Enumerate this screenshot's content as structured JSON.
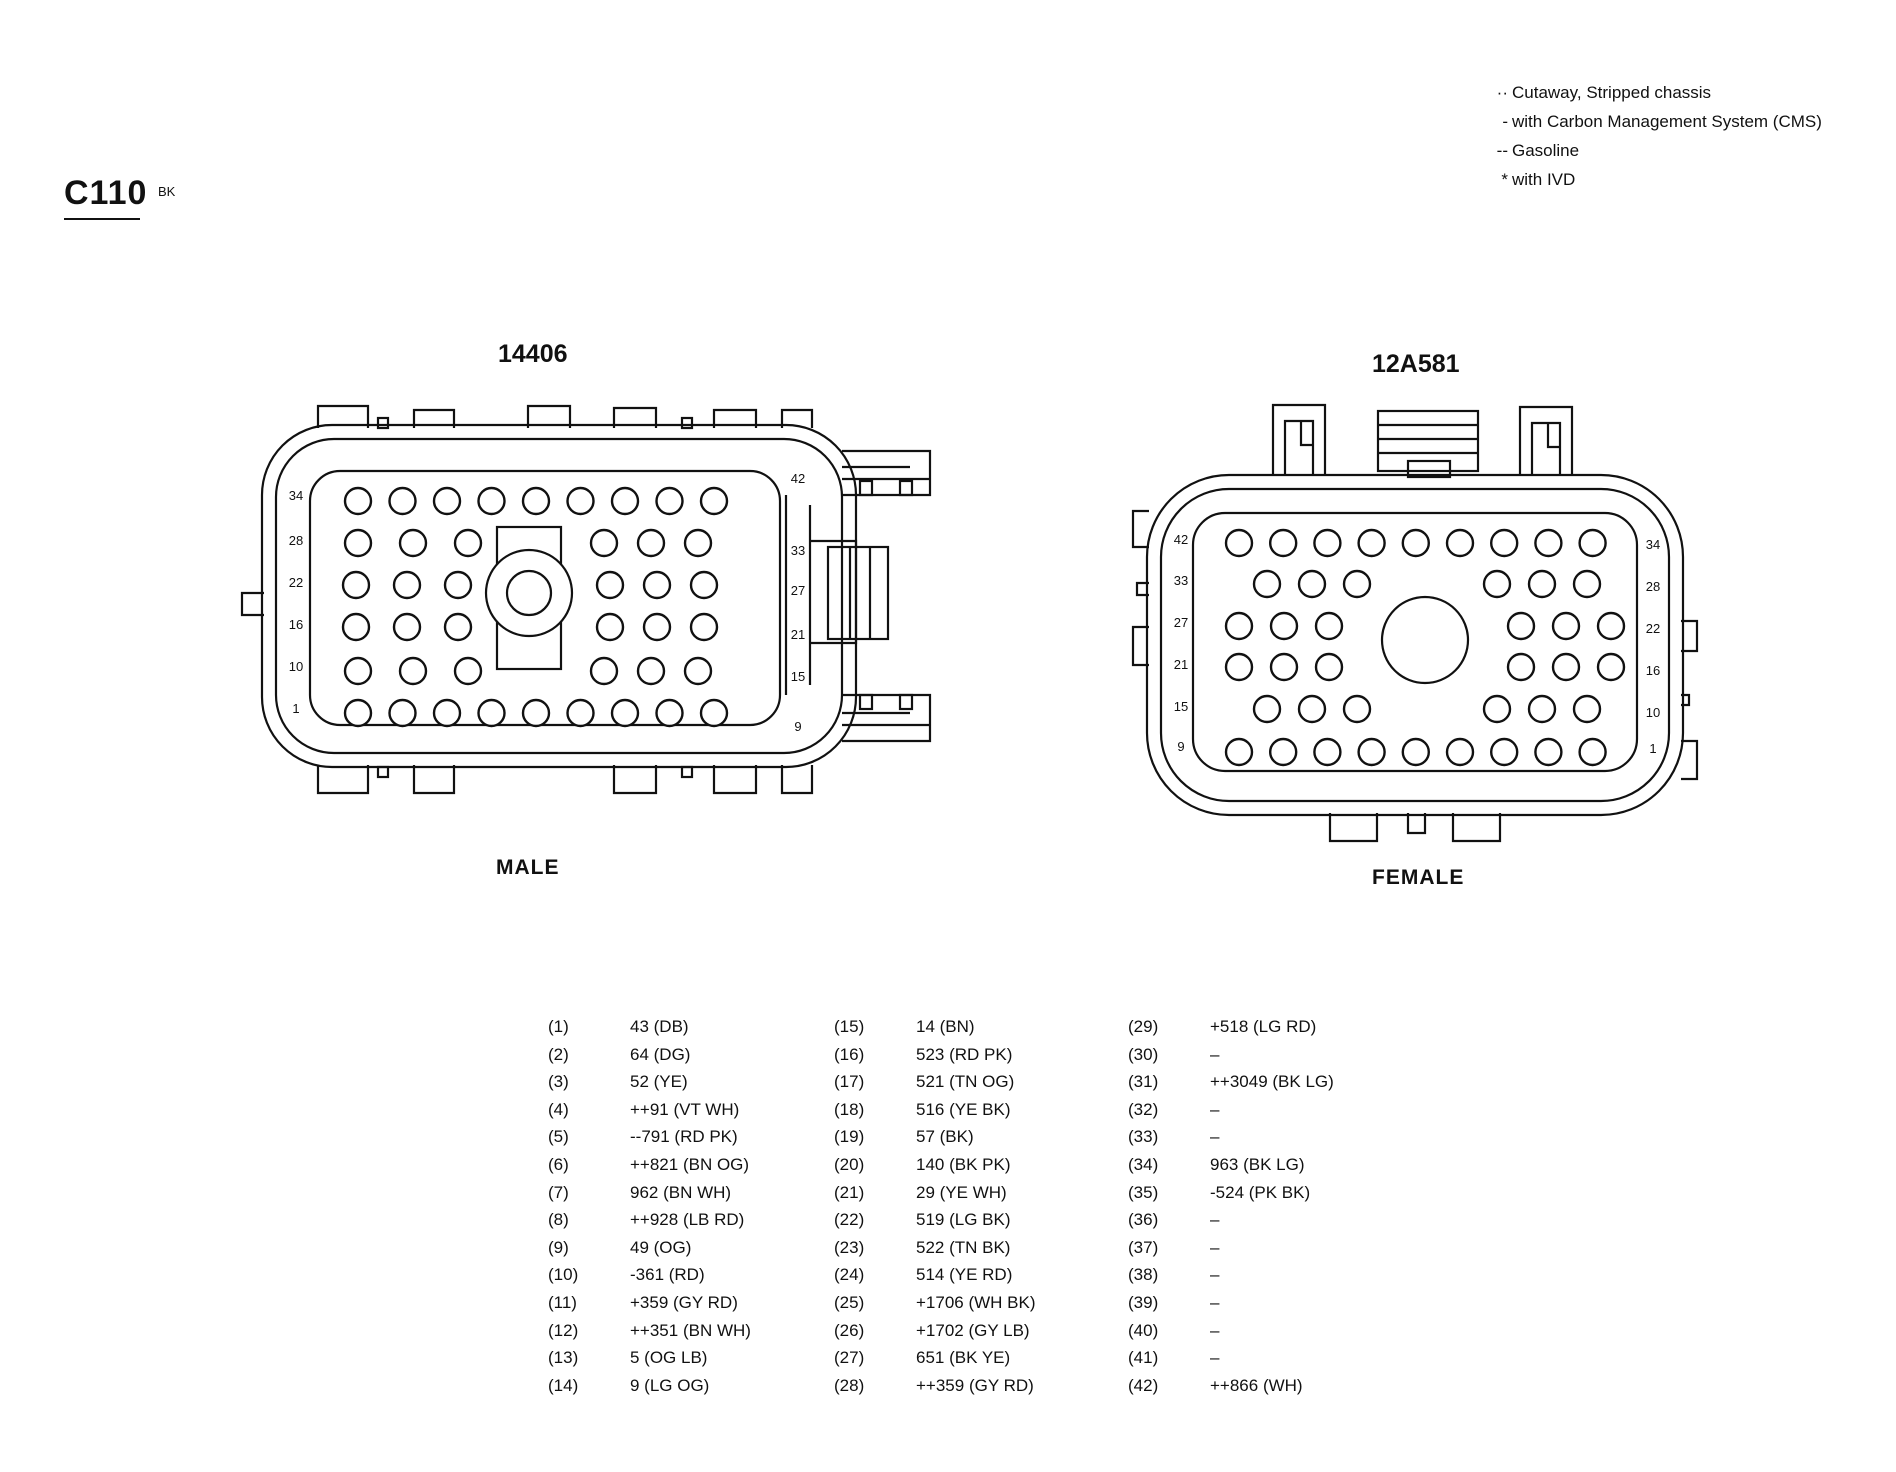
{
  "header": {
    "connector_id": "C110",
    "connector_color": "BK"
  },
  "notes": [
    {
      "symbol": "··",
      "text": "Cutaway, Stripped chassis"
    },
    {
      "symbol": "-",
      "text": "with Carbon Management System (CMS)"
    },
    {
      "symbol": "--",
      "text": "Gasoline"
    },
    {
      "symbol": "*",
      "text": "with IVD"
    }
  ],
  "connectors": {
    "male": {
      "part_number": "14406",
      "gender": "MALE",
      "row_numbers": [
        "34",
        "28",
        "22",
        "16",
        "10",
        "1"
      ],
      "side_numbers": [
        "42",
        "33",
        "27",
        "21",
        "15",
        "9"
      ]
    },
    "female": {
      "part_number": "12A581",
      "gender": "FEMALE",
      "row_numbers": [
        "42",
        "33",
        "27",
        "21",
        "15",
        "9"
      ],
      "side_numbers": [
        "34",
        "28",
        "22",
        "16",
        "10",
        "1"
      ]
    }
  },
  "pinout": {
    "columns": [
      [
        {
          "pin": "(1)",
          "circuit": "43 (DB)"
        },
        {
          "pin": "(2)",
          "circuit": "64 (DG)"
        },
        {
          "pin": "(3)",
          "circuit": "52 (YE)"
        },
        {
          "pin": "(4)",
          "circuit": "++91 (VT WH)"
        },
        {
          "pin": "(5)",
          "circuit": "--791 (RD PK)"
        },
        {
          "pin": "(6)",
          "circuit": "++821 (BN OG)"
        },
        {
          "pin": "(7)",
          "circuit": "962 (BN WH)"
        },
        {
          "pin": "(8)",
          "circuit": "++928 (LB RD)"
        },
        {
          "pin": "(9)",
          "circuit": "49 (OG)"
        },
        {
          "pin": "(10)",
          "circuit": "-361 (RD)"
        },
        {
          "pin": "(11)",
          "circuit": "+359 (GY RD)"
        },
        {
          "pin": "(12)",
          "circuit": "++351 (BN WH)"
        },
        {
          "pin": "(13)",
          "circuit": "5 (OG LB)"
        },
        {
          "pin": "(14)",
          "circuit": "9 (LG OG)"
        }
      ],
      [
        {
          "pin": "(15)",
          "circuit": "14 (BN)"
        },
        {
          "pin": "(16)",
          "circuit": "523 (RD PK)"
        },
        {
          "pin": "(17)",
          "circuit": "521 (TN OG)"
        },
        {
          "pin": "(18)",
          "circuit": "516 (YE BK)"
        },
        {
          "pin": "(19)",
          "circuit": "57 (BK)"
        },
        {
          "pin": "(20)",
          "circuit": "140 (BK PK)"
        },
        {
          "pin": "(21)",
          "circuit": "29 (YE WH)"
        },
        {
          "pin": "(22)",
          "circuit": "519 (LG BK)"
        },
        {
          "pin": "(23)",
          "circuit": "522 (TN BK)"
        },
        {
          "pin": "(24)",
          "circuit": "514 (YE RD)"
        },
        {
          "pin": "(25)",
          "circuit": "+1706 (WH BK)"
        },
        {
          "pin": "(26)",
          "circuit": "+1702 (GY LB)"
        },
        {
          "pin": "(27)",
          "circuit": "651 (BK YE)"
        },
        {
          "pin": "(28)",
          "circuit": "++359 (GY RD)"
        }
      ],
      [
        {
          "pin": "(29)",
          "circuit": "+518 (LG RD)"
        },
        {
          "pin": "(30)",
          "circuit": "–"
        },
        {
          "pin": "(31)",
          "circuit": "++3049 (BK LG)"
        },
        {
          "pin": "(32)",
          "circuit": "–"
        },
        {
          "pin": "(33)",
          "circuit": "–"
        },
        {
          "pin": "(34)",
          "circuit": "963 (BK LG)"
        },
        {
          "pin": "(35)",
          "circuit": "-524 (PK BK)"
        },
        {
          "pin": "(36)",
          "circuit": "–"
        },
        {
          "pin": "(37)",
          "circuit": "–"
        },
        {
          "pin": "(38)",
          "circuit": "–"
        },
        {
          "pin": "(39)",
          "circuit": "–"
        },
        {
          "pin": "(40)",
          "circuit": "–"
        },
        {
          "pin": "(41)",
          "circuit": "–"
        },
        {
          "pin": "(42)",
          "circuit": "++866 (WH)"
        }
      ]
    ]
  }
}
